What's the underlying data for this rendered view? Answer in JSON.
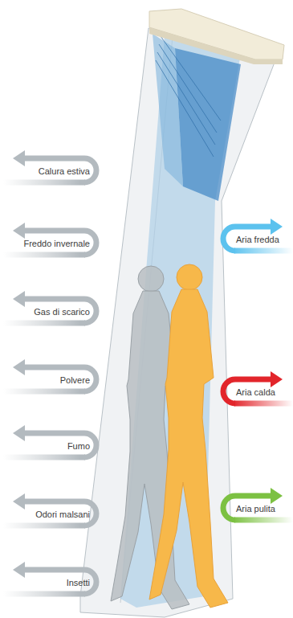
{
  "diagram": {
    "labels": [
      "Calura estiva",
      "Freddo invernale",
      "Gas di scarico",
      "Polvere",
      "Fumo",
      "Odori malsani",
      "Insetti",
      "Aria fredda",
      "Aria calda",
      "Aria pulita"
    ]
  }
}
